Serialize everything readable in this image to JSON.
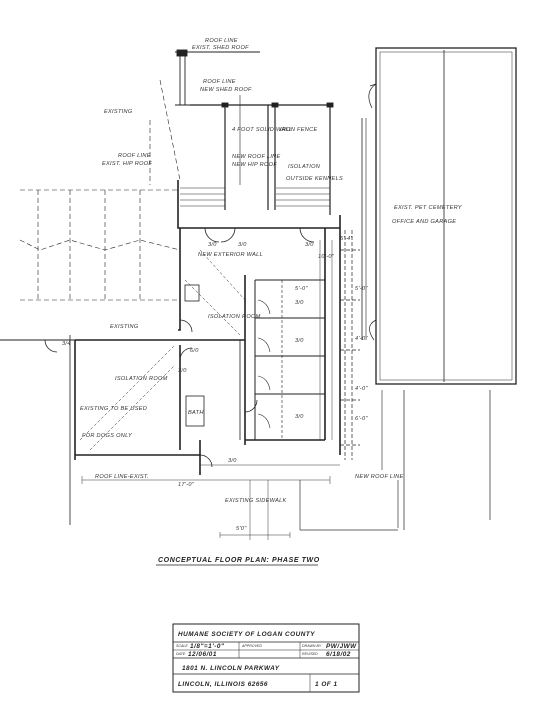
{
  "labels": {
    "roof_line_1": "ROOF LINE",
    "exist_shed_roof": "EXIST. SHED ROOF",
    "roof_line_2": "ROOF LINE",
    "new_shed_roof": "NEW SHED ROOF",
    "existing_top": "EXISTING",
    "roof_line_3": "ROOF LINE",
    "exist_hip_roof": "EXIST. HIP ROOF",
    "new_roof_line": "NEW ROOF LINE",
    "new_hip_roof": "NEW HIP ROOF",
    "four_foot_solid_wall": "4 FOOT SOLID WALL",
    "iron_fence": "IRON FENCE",
    "isolation": "ISOLATION",
    "outside_kennels": "OUTSIDE KENNELS",
    "exist_pet_cemetery": "EXIST. PET CEMETERY",
    "office_and_garage": "OFFICE AND GARAGE",
    "new_exterior_wall": "NEW EXTERIOR WALL",
    "existing_mid": "EXISTING",
    "isolation_room": "ISOLATION ROOM",
    "isolation_room_2": "ISOLATION ROOM",
    "existing_to_be_used": "EXISTING TO BE USED",
    "for_dogs_only": "FOR DOGS ONLY",
    "bath": "BATH",
    "roof_line_exist": "ROOF LINE-EXIST.",
    "new_roof_line_2": "NEW ROOF LINE",
    "existing_sidewalk": "EXISTING SIDEWALK",
    "plan_title": "CONCEPTUAL FLOOR PLAN: PHASE TWO"
  },
  "dimensions": {
    "d1": "3/0",
    "d2": "3/0",
    "d3": "3/0",
    "d4": "3/0",
    "d5": "3/0",
    "d6": "6/0",
    "d7": "3/0",
    "d8": "10'-0\"",
    "d9": "5'-0\"",
    "d10": "4'-0\"",
    "d11": "17'-0\"",
    "d12": "5'0\"",
    "d13": "3/4",
    "d14": "3/0",
    "d15": "5'-4\"",
    "d16": "4'-0\"",
    "d17": "6'-0\"",
    "d18": "5'-0\"",
    "d19": "3/0"
  },
  "title_block": {
    "org_name": "HUMANE SOCIETY OF LOGAN COUNTY",
    "scale_label": "SCALE",
    "scale_value": "1/8\"=1'-0\"",
    "approved_label": "APPROVED",
    "drawn_label": "DRAWN BY",
    "drawn_value": "PW/JWW",
    "date_label": "DATE",
    "date_value": "12/06/01",
    "revised_label": "REVISED",
    "revised_value": "6/18/02",
    "address_line1": "1801 N. LINCOLN PARKWAY",
    "address_line2": "LINCOLN, ILLINOIS 62656",
    "sheet_value": "1 OF 1"
  }
}
